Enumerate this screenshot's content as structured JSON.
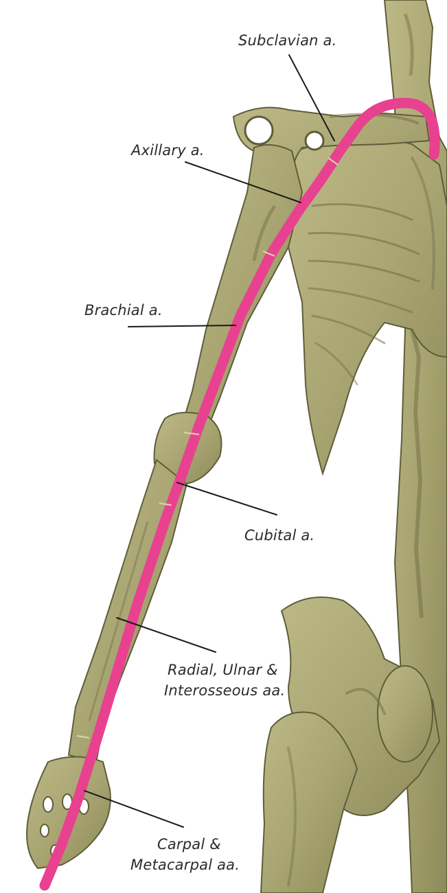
{
  "colors": {
    "artery": "#e8418f",
    "bone": "#a9a673",
    "bone_shadow": "#6f6c45",
    "bone_light": "#cfcca0",
    "background": "#ffffff",
    "label": "#2b2b2b"
  },
  "labels": {
    "subclavian": "Subclavian a.",
    "axillary": "Axillary a.",
    "brachial": "Brachial a.",
    "cubital": "Cubital a.",
    "antebrachial_line1": "Radial, Ulnar &",
    "antebrachial_line2": "Interosseous aa.",
    "carpal_line1": "Carpal &",
    "carpal_line2": "Metacarpal aa."
  }
}
